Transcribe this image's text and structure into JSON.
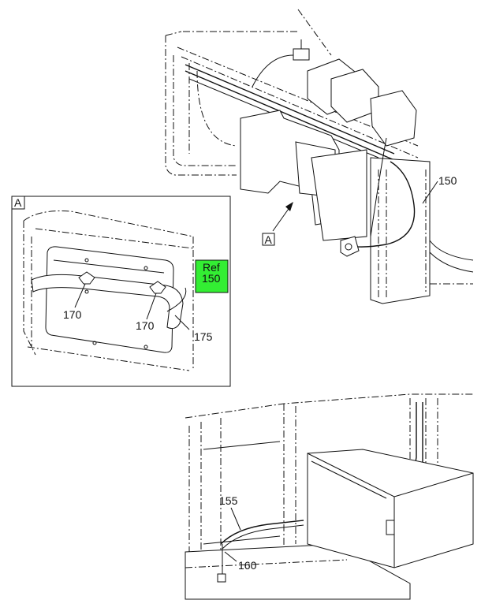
{
  "detail": {
    "letter": "A"
  },
  "view_marker": {
    "letter": "A"
  },
  "callouts": {
    "c150": "150",
    "c170a": "170",
    "c170b": "170",
    "c175": "175",
    "c155": "155",
    "c160": "160"
  },
  "ref_box": {
    "line1": "Ref",
    "line2": "150",
    "color": "#33ee33"
  }
}
